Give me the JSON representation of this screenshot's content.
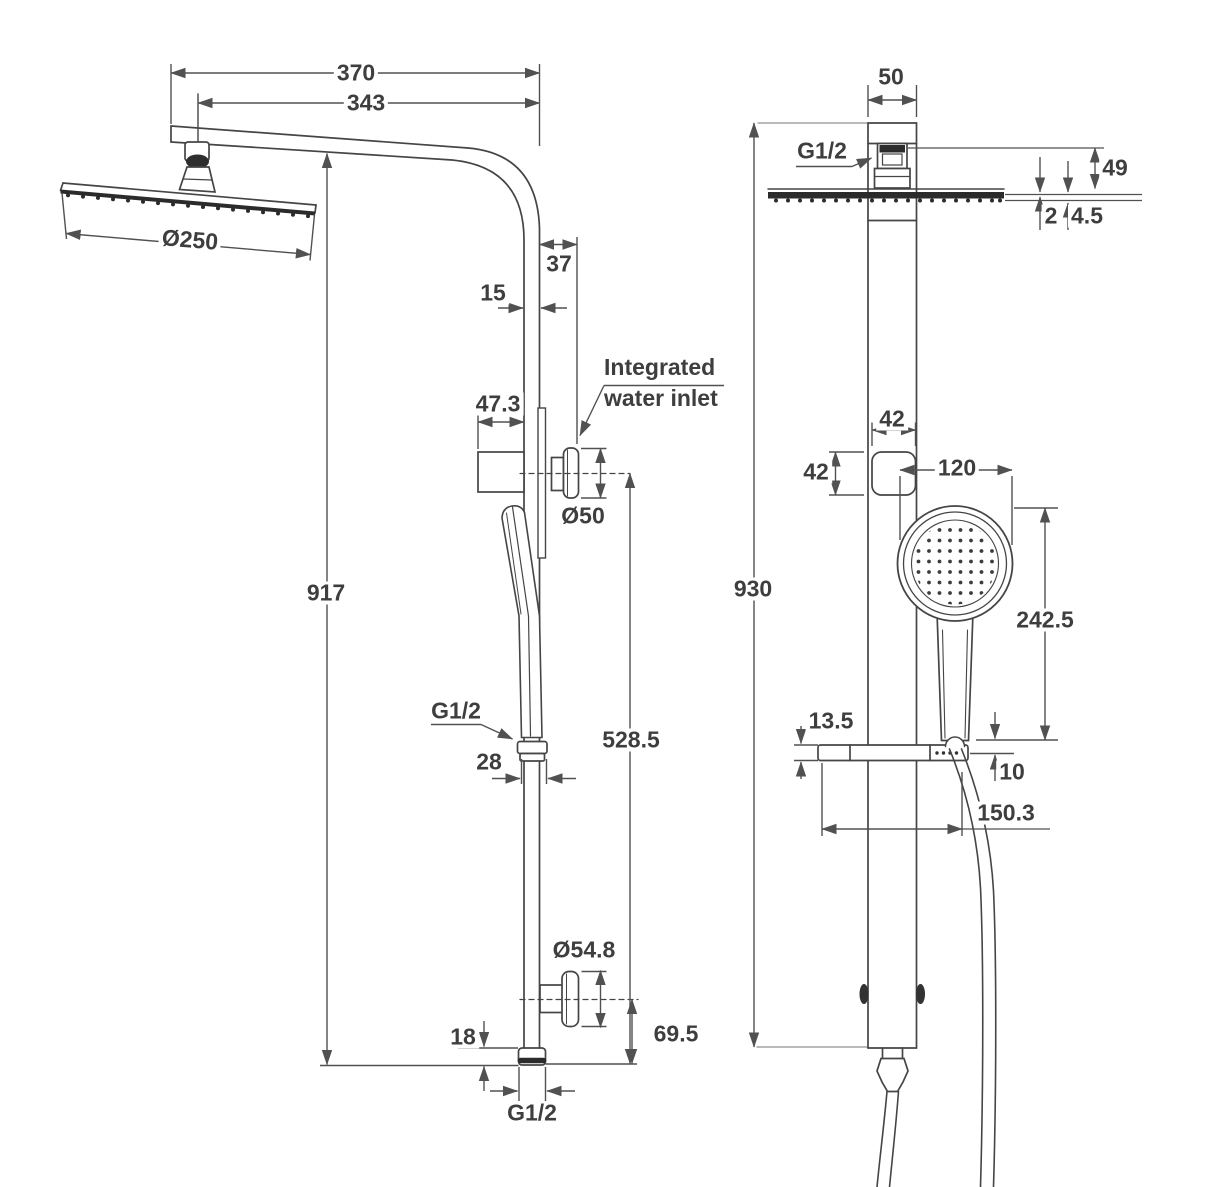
{
  "side": {
    "dim_370": "370",
    "dim_343": "343",
    "dim_head_diameter": "Ø250",
    "dim_37": "37",
    "dim_15": "15",
    "dim_47_3": "47.3",
    "inlet_note": "Integrated water inlet",
    "dim_inlet_diameter": "Ø50",
    "dim_917": "917",
    "thread_mid": "G1/2",
    "dim_28": "28",
    "dim_528_5": "528.5",
    "dim_diverter_diameter": "Ø54.8",
    "dim_18": "18",
    "dim_69_5": "69.5",
    "thread_bottom": "G1/2"
  },
  "front": {
    "dim_50": "50",
    "thread_top": "G1/2",
    "dim_49": "49",
    "dim_2": "2",
    "dim_4_5": "4.5",
    "dim_930": "930",
    "dim_bracket_width": "42",
    "dim_bracket_height": "42",
    "dim_handset_diameter": "120",
    "dim_242_5": "242.5",
    "dim_13_5": "13.5",
    "dim_10": "10",
    "dim_150_3": "150.3"
  },
  "colors": {
    "line": "#454545",
    "dim_line": "#515151",
    "dark_fill": "#2b2b2b",
    "text": "#3e3e3e"
  }
}
